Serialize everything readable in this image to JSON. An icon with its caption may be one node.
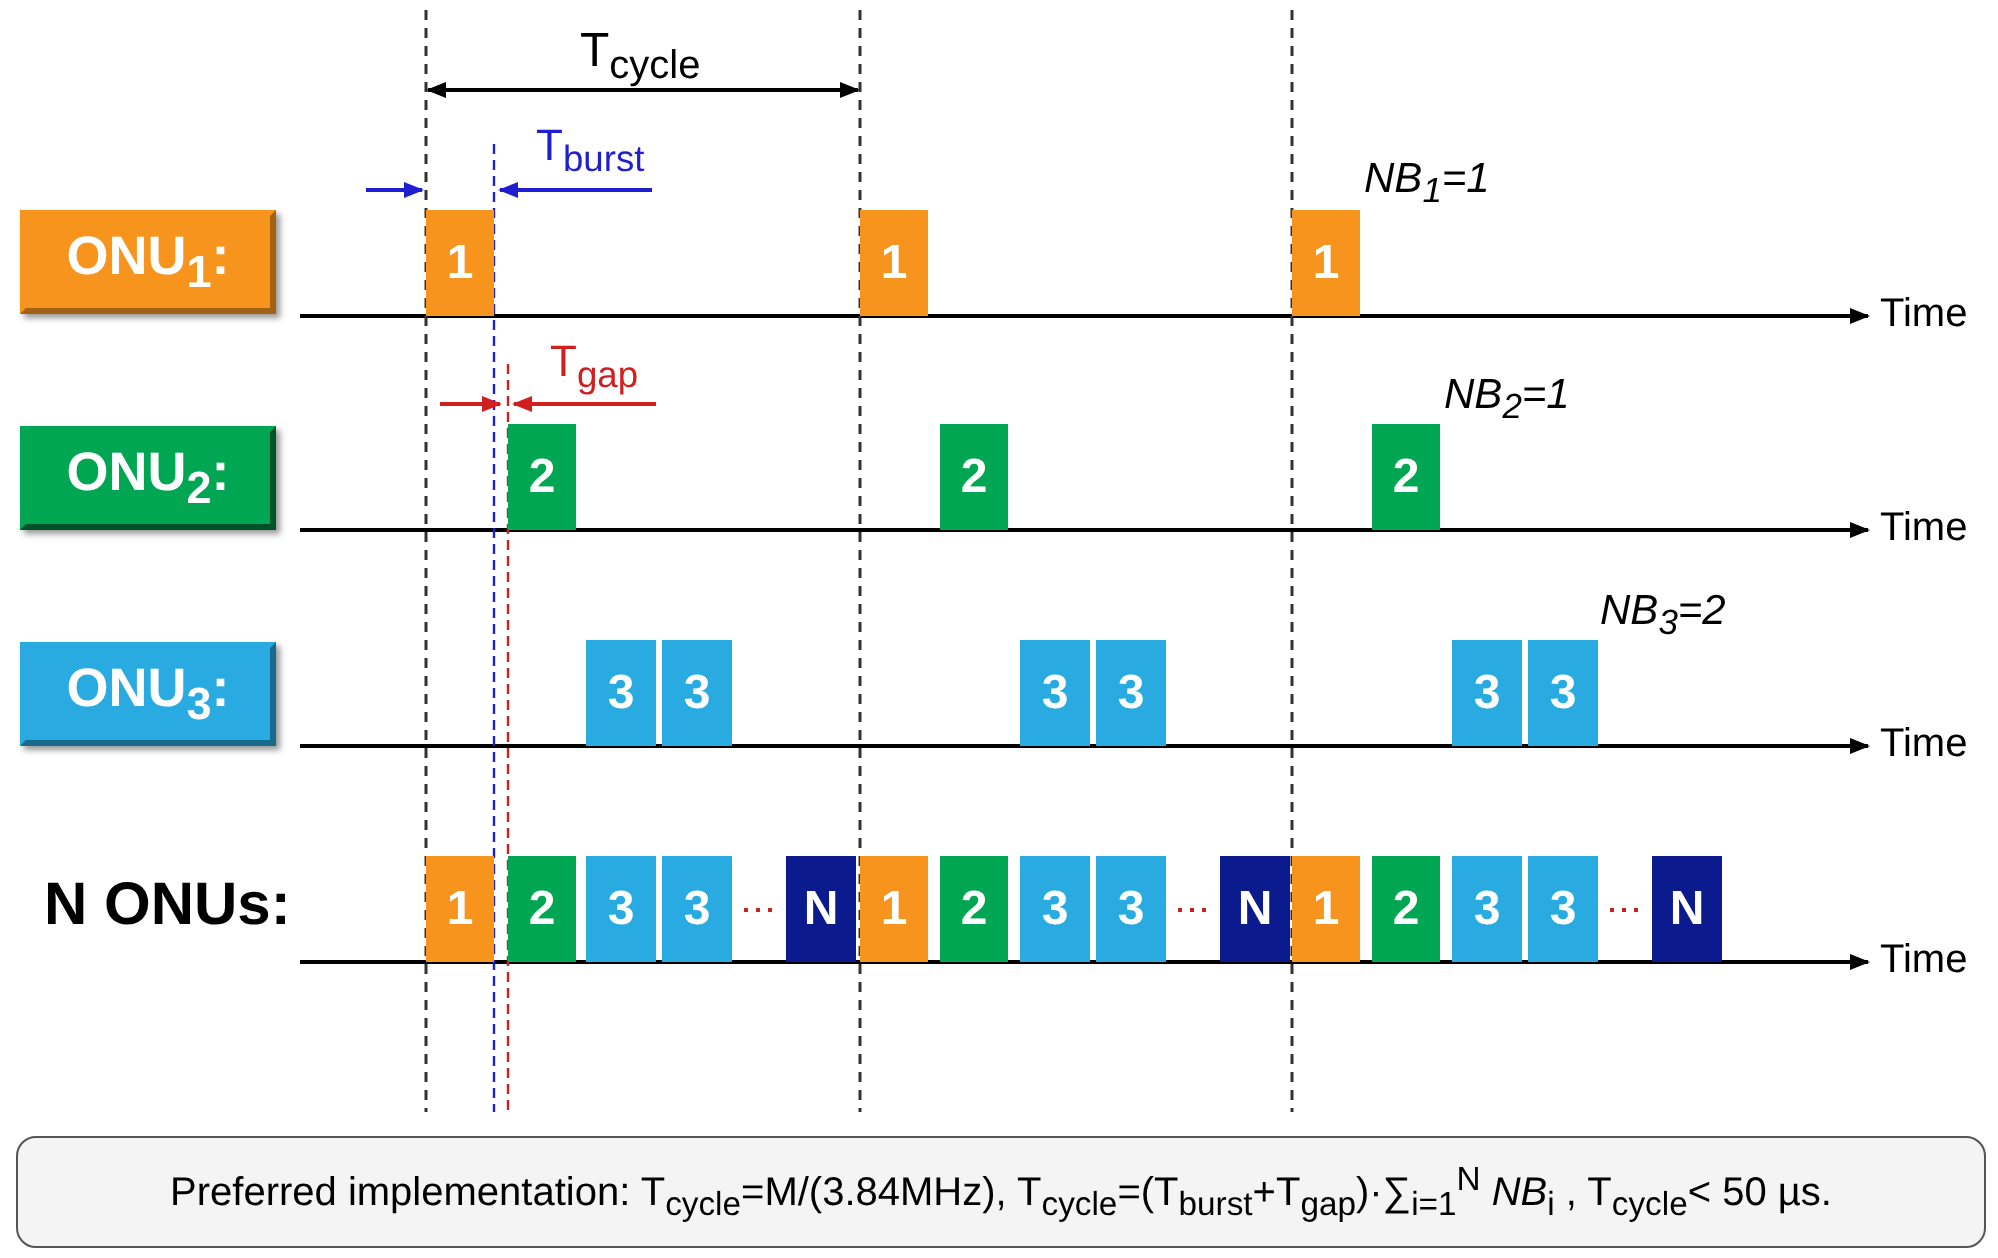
{
  "diagram": {
    "nodes": [
      {
        "text": [
          "ONU$_{1}$:"
        ]
      },
      {
        "text": [
          "1"
        ]
      },
      {
        "text": [
          "1"
        ]
      },
      {
        "text": [
          "1"
        ]
      },
      {
        "text": [
          "ONU$_{2}$:"
        ]
      },
      {
        "text": [
          "2"
        ]
      },
      {
        "text": [
          "2"
        ]
      },
      {
        "text": [
          "2"
        ]
      },
      {
        "text": [
          "ONU$_{3}$:"
        ]
      },
      {
        "text": [
          "3"
        ]
      },
      {
        "text": [
          "3"
        ]
      },
      {
        "text": [
          "3"
        ]
      },
      {
        "text": [
          "3"
        ]
      },
      {
        "text": [
          "3"
        ]
      },
      {
        "text": [
          "3"
        ]
      },
      {
        "text": [
          "1"
        ]
      },
      {
        "text": [
          "2"
        ]
      },
      {
        "text": [
          "3"
        ]
      },
      {
        "text": [
          "3"
        ]
      },
      {
        "text": [
          "N"
        ]
      },
      {
        "text": [
          "1"
        ]
      },
      {
        "text": [
          "2"
        ]
      },
      {
        "text": [
          "3"
        ]
      },
      {
        "text": [
          "3"
        ]
      },
      {
        "text": [
          "N"
        ]
      },
      {
        "text": [
          "1"
        ]
      },
      {
        "text": [
          "2"
        ]
      },
      {
        "text": [
          "3"
        ]
      },
      {
        "text": [
          "3"
        ]
      },
      {
        "text": [
          "N"
        ]
      },
      {
        "text": [
          "Preferred implementation: T$_{cycle}$=M/(3.84MHz), T$_{cycle}$=(T$_{burst}$+T$_{gap}$)·∑$_{i=1}$$^{N}$ *NB*$_{i}$ , T$_{cycle}$< 50 µs."
        ]
      }
    ],
    "labels": [
      "T$_{cycle}$",
      "T$_{burst}$",
      "NB$_{1}$=1",
      "Time",
      "T$_{gap}$",
      "NB$_{2}$=1",
      "Time",
      "NB$_{3}$=2",
      "Time",
      "N ONUs:",
      "Time"
    ]
  }
}
